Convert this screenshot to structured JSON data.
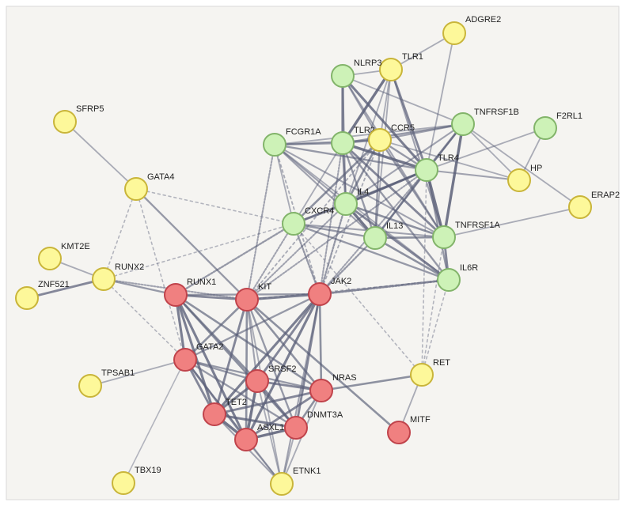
{
  "colors": {
    "background": "#f5f4f1",
    "border": "#d9d9d9",
    "edge": "#5a5f78",
    "red_fill": "#f08080",
    "red_stroke": "#c0434b",
    "green_fill": "#cdf2b7",
    "green_stroke": "#82b46a",
    "yellow_fill": "#fdf89a",
    "yellow_stroke": "#c9b53a"
  },
  "nodes": [
    {
      "id": "ADGRE2",
      "label": "ADGRE2",
      "color": "yellow"
    },
    {
      "id": "TLR1",
      "label": "TLR1",
      "color": "yellow"
    },
    {
      "id": "NLRP3",
      "label": "NLRP3",
      "color": "green"
    },
    {
      "id": "TNFRSF1B",
      "label": "TNFRSF1B",
      "color": "green"
    },
    {
      "id": "F2RL1",
      "label": "F2RL1",
      "color": "green"
    },
    {
      "id": "SFRP5",
      "label": "SFRP5",
      "color": "yellow"
    },
    {
      "id": "FCGR1A",
      "label": "FCGR1A",
      "color": "green"
    },
    {
      "id": "TLR2",
      "label": "TLR2",
      "color": "green"
    },
    {
      "id": "CCR5",
      "label": "CCR5",
      "color": "yellow"
    },
    {
      "id": "TLR4",
      "label": "TLR4",
      "color": "green"
    },
    {
      "id": "HP",
      "label": "HP",
      "color": "yellow"
    },
    {
      "id": "GATA4",
      "label": "GATA4",
      "color": "yellow"
    },
    {
      "id": "IL4",
      "label": "IL4",
      "color": "green"
    },
    {
      "id": "ERAP2",
      "label": "ERAP2",
      "color": "yellow"
    },
    {
      "id": "CXCR4",
      "label": "CXCR4",
      "color": "green"
    },
    {
      "id": "IL13",
      "label": "IL13",
      "color": "green"
    },
    {
      "id": "TNFRSF1A",
      "label": "TNFRSF1A",
      "color": "green"
    },
    {
      "id": "KMT2E",
      "label": "KMT2E",
      "color": "yellow"
    },
    {
      "id": "RUNX2",
      "label": "RUNX2",
      "color": "yellow"
    },
    {
      "id": "IL6R",
      "label": "IL6R",
      "color": "green"
    },
    {
      "id": "ZNF521",
      "label": "ZNF521",
      "color": "yellow"
    },
    {
      "id": "RUNX1",
      "label": "RUNX1",
      "color": "red"
    },
    {
      "id": "KIT",
      "label": "KIT",
      "color": "red"
    },
    {
      "id": "JAK2",
      "label": "JAK2",
      "color": "red"
    },
    {
      "id": "GATA2",
      "label": "GATA2",
      "color": "red"
    },
    {
      "id": "RET",
      "label": "RET",
      "color": "yellow"
    },
    {
      "id": "TPSAB1",
      "label": "TPSAB1",
      "color": "yellow"
    },
    {
      "id": "SRSF2",
      "label": "SRSF2",
      "color": "red"
    },
    {
      "id": "NRAS",
      "label": "NRAS",
      "color": "red"
    },
    {
      "id": "TET2",
      "label": "TET2",
      "color": "red"
    },
    {
      "id": "DNMT3A",
      "label": "DNMT3A",
      "color": "red"
    },
    {
      "id": "MITF",
      "label": "MITF",
      "color": "red"
    },
    {
      "id": "ASXL1",
      "label": "ASXL1",
      "color": "red"
    },
    {
      "id": "TBX19",
      "label": "TBX19",
      "color": "yellow"
    },
    {
      "id": "ETNK1",
      "label": "ETNK1",
      "color": "yellow"
    }
  ],
  "edges": [
    [
      "TLR1",
      "ADGRE2",
      0.4,
      "s"
    ],
    [
      "ADGRE2",
      "TLR4",
      0.4,
      "s"
    ],
    [
      "NLRP3",
      "TLR1",
      0.4,
      "s"
    ],
    [
      "NLRP3",
      "TLR2",
      0.9,
      "s"
    ],
    [
      "NLRP3",
      "TLR4",
      0.9,
      "s"
    ],
    [
      "NLRP3",
      "CCR5",
      0.5,
      "s"
    ],
    [
      "NLRP3",
      "TNFRSF1A",
      0.5,
      "s"
    ],
    [
      "NLRP3",
      "IL4",
      0.4,
      "s"
    ],
    [
      "NLRP3",
      "TNFRSF1B",
      0.4,
      "s"
    ],
    [
      "TLR1",
      "TLR2",
      1,
      "s"
    ],
    [
      "TLR1",
      "TLR4",
      0.8,
      "s"
    ],
    [
      "TLR1",
      "IL13",
      0.4,
      "s"
    ],
    [
      "TLR1",
      "IL4",
      0.4,
      "s"
    ],
    [
      "TLR1",
      "CCR5",
      0.4,
      "s"
    ],
    [
      "TLR1",
      "TNFRSF1A",
      0.5,
      "s"
    ],
    [
      "TLR2",
      "TLR4",
      1,
      "s"
    ],
    [
      "TLR2",
      "FCGR1A",
      0.6,
      "s"
    ],
    [
      "TLR2",
      "CCR5",
      0.6,
      "s"
    ],
    [
      "TLR2",
      "IL4",
      0.8,
      "s"
    ],
    [
      "TLR2",
      "IL13",
      0.6,
      "s"
    ],
    [
      "TLR2",
      "TNFRSF1A",
      0.8,
      "s"
    ],
    [
      "TLR2",
      "IL6R",
      0.6,
      "s"
    ],
    [
      "TLR2",
      "TNFRSF1B",
      0.6,
      "s"
    ],
    [
      "TLR2",
      "CXCR4",
      0.4,
      "s"
    ],
    [
      "TLR4",
      "FCGR1A",
      0.6,
      "s"
    ],
    [
      "TLR4",
      "CCR5",
      0.6,
      "s"
    ],
    [
      "TLR4",
      "IL4",
      0.9,
      "s"
    ],
    [
      "TLR4",
      "IL13",
      0.7,
      "s"
    ],
    [
      "TLR4",
      "TNFRSF1A",
      1,
      "s"
    ],
    [
      "TLR4",
      "IL6R",
      0.6,
      "s"
    ],
    [
      "TLR4",
      "TNFRSF1B",
      0.8,
      "s"
    ],
    [
      "TLR4",
      "HP",
      0.5,
      "s"
    ],
    [
      "TLR4",
      "CXCR4",
      0.5,
      "s"
    ],
    [
      "TLR4",
      "F2RL1",
      0.4,
      "s"
    ],
    [
      "TNFRSF1B",
      "TNFRSF1A",
      1,
      "s"
    ],
    [
      "TNFRSF1B",
      "CCR5",
      0.5,
      "s"
    ],
    [
      "TNFRSF1B",
      "IL4",
      0.5,
      "s"
    ],
    [
      "TNFRSF1B",
      "IL13",
      0.5,
      "s"
    ],
    [
      "TNFRSF1B",
      "HP",
      0.4,
      "s"
    ],
    [
      "TNFRSF1B",
      "ERAP2",
      0.4,
      "s"
    ],
    [
      "TNFRSF1B",
      "FCGR1A",
      0.4,
      "s"
    ],
    [
      "F2RL1",
      "HP",
      0.4,
      "s"
    ],
    [
      "TNFRSF1A",
      "ERAP2",
      0.4,
      "s"
    ],
    [
      "FCGR1A",
      "IL4",
      0.5,
      "s"
    ],
    [
      "FCGR1A",
      "IL13",
      0.5,
      "s"
    ],
    [
      "FCGR1A",
      "CCR5",
      0.5,
      "s"
    ],
    [
      "FCGR1A",
      "TNFRSF1A",
      0.5,
      "s"
    ],
    [
      "FCGR1A",
      "CXCR4",
      0.4,
      "s"
    ],
    [
      "FCGR1A",
      "IL6R",
      0.4,
      "s"
    ],
    [
      "CCR5",
      "IL4",
      0.7,
      "s"
    ],
    [
      "CCR5",
      "IL13",
      0.6,
      "s"
    ],
    [
      "CCR5",
      "CXCR4",
      0.7,
      "s"
    ],
    [
      "CCR5",
      "TNFRSF1A",
      0.6,
      "s"
    ],
    [
      "CCR5",
      "HP",
      0.4,
      "s"
    ],
    [
      "IL4",
      "IL13",
      1,
      "s"
    ],
    [
      "IL4",
      "CXCR4",
      0.8,
      "s"
    ],
    [
      "IL4",
      "TNFRSF1A",
      0.7,
      "s"
    ],
    [
      "IL4",
      "IL6R",
      0.8,
      "s"
    ],
    [
      "IL4",
      "TLR4",
      0.6,
      "s"
    ],
    [
      "IL13",
      "TNFRSF1A",
      0.7,
      "s"
    ],
    [
      "IL13",
      "IL6R",
      0.7,
      "s"
    ],
    [
      "IL13",
      "CXCR4",
      0.6,
      "s"
    ],
    [
      "TNFRSF1A",
      "IL6R",
      0.8,
      "s"
    ],
    [
      "CXCR4",
      "IL6R",
      0.6,
      "s"
    ],
    [
      "CXCR4",
      "TNFRSF1A",
      0.5,
      "s"
    ],
    [
      "SFRP5",
      "GATA4",
      0.4,
      "s"
    ],
    [
      "GATA4",
      "KIT",
      0.6,
      "s"
    ],
    [
      "GATA4",
      "CXCR4",
      0.3,
      "d"
    ],
    [
      "GATA4",
      "RUNX2",
      0.3,
      "d"
    ],
    [
      "GATA4",
      "GATA2",
      0.3,
      "d"
    ],
    [
      "KMT2E",
      "RUNX2",
      0.4,
      "s"
    ],
    [
      "ZNF521",
      "RUNX2",
      0.8,
      "s"
    ],
    [
      "RUNX2",
      "RUNX1",
      0.6,
      "s"
    ],
    [
      "RUNX2",
      "KIT",
      0.5,
      "d"
    ],
    [
      "RUNX2",
      "CXCR4",
      0.3,
      "d"
    ],
    [
      "RUNX2",
      "GATA2",
      0.3,
      "d"
    ],
    [
      "RUNX1",
      "KIT",
      0.8,
      "s"
    ],
    [
      "RUNX1",
      "JAK2",
      0.6,
      "s"
    ],
    [
      "RUNX1",
      "GATA2",
      0.9,
      "s"
    ],
    [
      "RUNX1",
      "SRSF2",
      0.7,
      "s"
    ],
    [
      "RUNX1",
      "TET2",
      0.9,
      "s"
    ],
    [
      "RUNX1",
      "ASXL1",
      0.9,
      "s"
    ],
    [
      "RUNX1",
      "DNMT3A",
      0.7,
      "s"
    ],
    [
      "RUNX1",
      "NRAS",
      0.7,
      "s"
    ],
    [
      "RUNX1",
      "CXCR4",
      0.6,
      "d"
    ],
    [
      "KIT",
      "JAK2",
      0.9,
      "s"
    ],
    [
      "KIT",
      "GATA2",
      0.7,
      "s"
    ],
    [
      "KIT",
      "TET2",
      0.8,
      "s"
    ],
    [
      "KIT",
      "SRSF2",
      0.5,
      "s"
    ],
    [
      "KIT",
      "ASXL1",
      0.7,
      "s"
    ],
    [
      "KIT",
      "DNMT3A",
      0.6,
      "s"
    ],
    [
      "KIT",
      "NRAS",
      0.7,
      "s"
    ],
    [
      "KIT",
      "MITF",
      0.7,
      "s"
    ],
    [
      "KIT",
      "ETNK1",
      0.4,
      "s"
    ],
    [
      "KIT",
      "FCGR1A",
      0.5,
      "d"
    ],
    [
      "KIT",
      "TLR4",
      0.5,
      "d"
    ],
    [
      "KIT",
      "IL4",
      0.5,
      "d"
    ],
    [
      "KIT",
      "CXCR4",
      0.5,
      "d"
    ],
    [
      "KIT",
      "CCR5",
      0.4,
      "d"
    ],
    [
      "KIT",
      "IL6R",
      0.3,
      "d"
    ],
    [
      "JAK2",
      "IL6R",
      0.8,
      "d"
    ],
    [
      "JAK2",
      "IL4",
      0.6,
      "d"
    ],
    [
      "JAK2",
      "IL13",
      0.6,
      "d"
    ],
    [
      "JAK2",
      "TLR4",
      0.5,
      "d"
    ],
    [
      "JAK2",
      "TLR2",
      0.5,
      "d"
    ],
    [
      "JAK2",
      "CXCR4",
      0.6,
      "d"
    ],
    [
      "JAK2",
      "CCR5",
      0.4,
      "d"
    ],
    [
      "JAK2",
      "FCGR1A",
      0.4,
      "d"
    ],
    [
      "JAK2",
      "TET2",
      0.9,
      "s"
    ],
    [
      "JAK2",
      "ASXL1",
      0.9,
      "s"
    ],
    [
      "JAK2",
      "DNMT3A",
      0.8,
      "s"
    ],
    [
      "JAK2",
      "SRSF2",
      0.8,
      "s"
    ],
    [
      "JAK2",
      "NRAS",
      0.7,
      "s"
    ],
    [
      "JAK2",
      "GATA2",
      0.6,
      "s"
    ],
    [
      "JAK2",
      "ETNK1",
      0.5,
      "s"
    ],
    [
      "GATA2",
      "TPSAB1",
      0.4,
      "s"
    ],
    [
      "GATA2",
      "TET2",
      0.8,
      "s"
    ],
    [
      "GATA2",
      "ASXL1",
      0.8,
      "s"
    ],
    [
      "GATA2",
      "SRSF2",
      0.6,
      "s"
    ],
    [
      "GATA2",
      "DNMT3A",
      0.6,
      "s"
    ],
    [
      "GATA2",
      "NRAS",
      0.6,
      "s"
    ],
    [
      "GATA2",
      "TBX19",
      0.3,
      "s"
    ],
    [
      "GATA2",
      "ETNK1",
      0.4,
      "s"
    ],
    [
      "SRSF2",
      "TET2",
      0.9,
      "s"
    ],
    [
      "SRSF2",
      "ASXL1",
      1,
      "s"
    ],
    [
      "SRSF2",
      "DNMT3A",
      0.8,
      "s"
    ],
    [
      "SRSF2",
      "NRAS",
      0.8,
      "s"
    ],
    [
      "SRSF2",
      "ETNK1",
      0.4,
      "s"
    ],
    [
      "NRAS",
      "TET2",
      0.8,
      "s"
    ],
    [
      "NRAS",
      "ASXL1",
      0.8,
      "s"
    ],
    [
      "NRAS",
      "DNMT3A",
      0.7,
      "s"
    ],
    [
      "NRAS",
      "RET",
      0.7,
      "s"
    ],
    [
      "NRAS",
      "ETNK1",
      0.4,
      "s"
    ],
    [
      "TET2",
      "ASXL1",
      1,
      "s"
    ],
    [
      "TET2",
      "DNMT3A",
      0.9,
      "s"
    ],
    [
      "TET2",
      "ETNK1",
      0.5,
      "s"
    ],
    [
      "ASXL1",
      "DNMT3A",
      1,
      "s"
    ],
    [
      "ASXL1",
      "ETNK1",
      0.5,
      "s"
    ],
    [
      "DNMT3A",
      "ETNK1",
      0.4,
      "s"
    ],
    [
      "RET",
      "MITF",
      0.4,
      "s"
    ],
    [
      "RET",
      "IL6R",
      0.3,
      "d"
    ],
    [
      "RET",
      "TNFRSF1A",
      0.3,
      "d"
    ],
    [
      "RET",
      "CXCR4",
      0.3,
      "d"
    ],
    [
      "RET",
      "TLR4",
      0.3,
      "d"
    ]
  ]
}
